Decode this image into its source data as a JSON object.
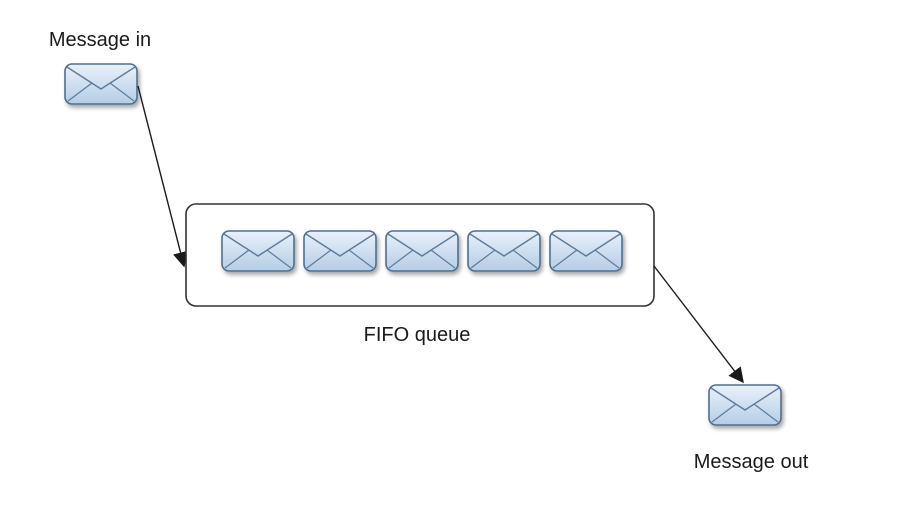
{
  "diagram": {
    "input_label": "Message in",
    "queue_label": "FIFO queue",
    "output_label": "Message out",
    "queue_message_count": 5
  },
  "colors": {
    "envelope_fill_top": "#e9f1fa",
    "envelope_fill_bottom": "#b4cde6",
    "envelope_stroke": "#4f6f8f",
    "envelope_fold": "#5d7b99",
    "queue_border": "#333333",
    "arrow": "#1a1a1a"
  },
  "icons": {
    "message": "envelope-icon"
  }
}
